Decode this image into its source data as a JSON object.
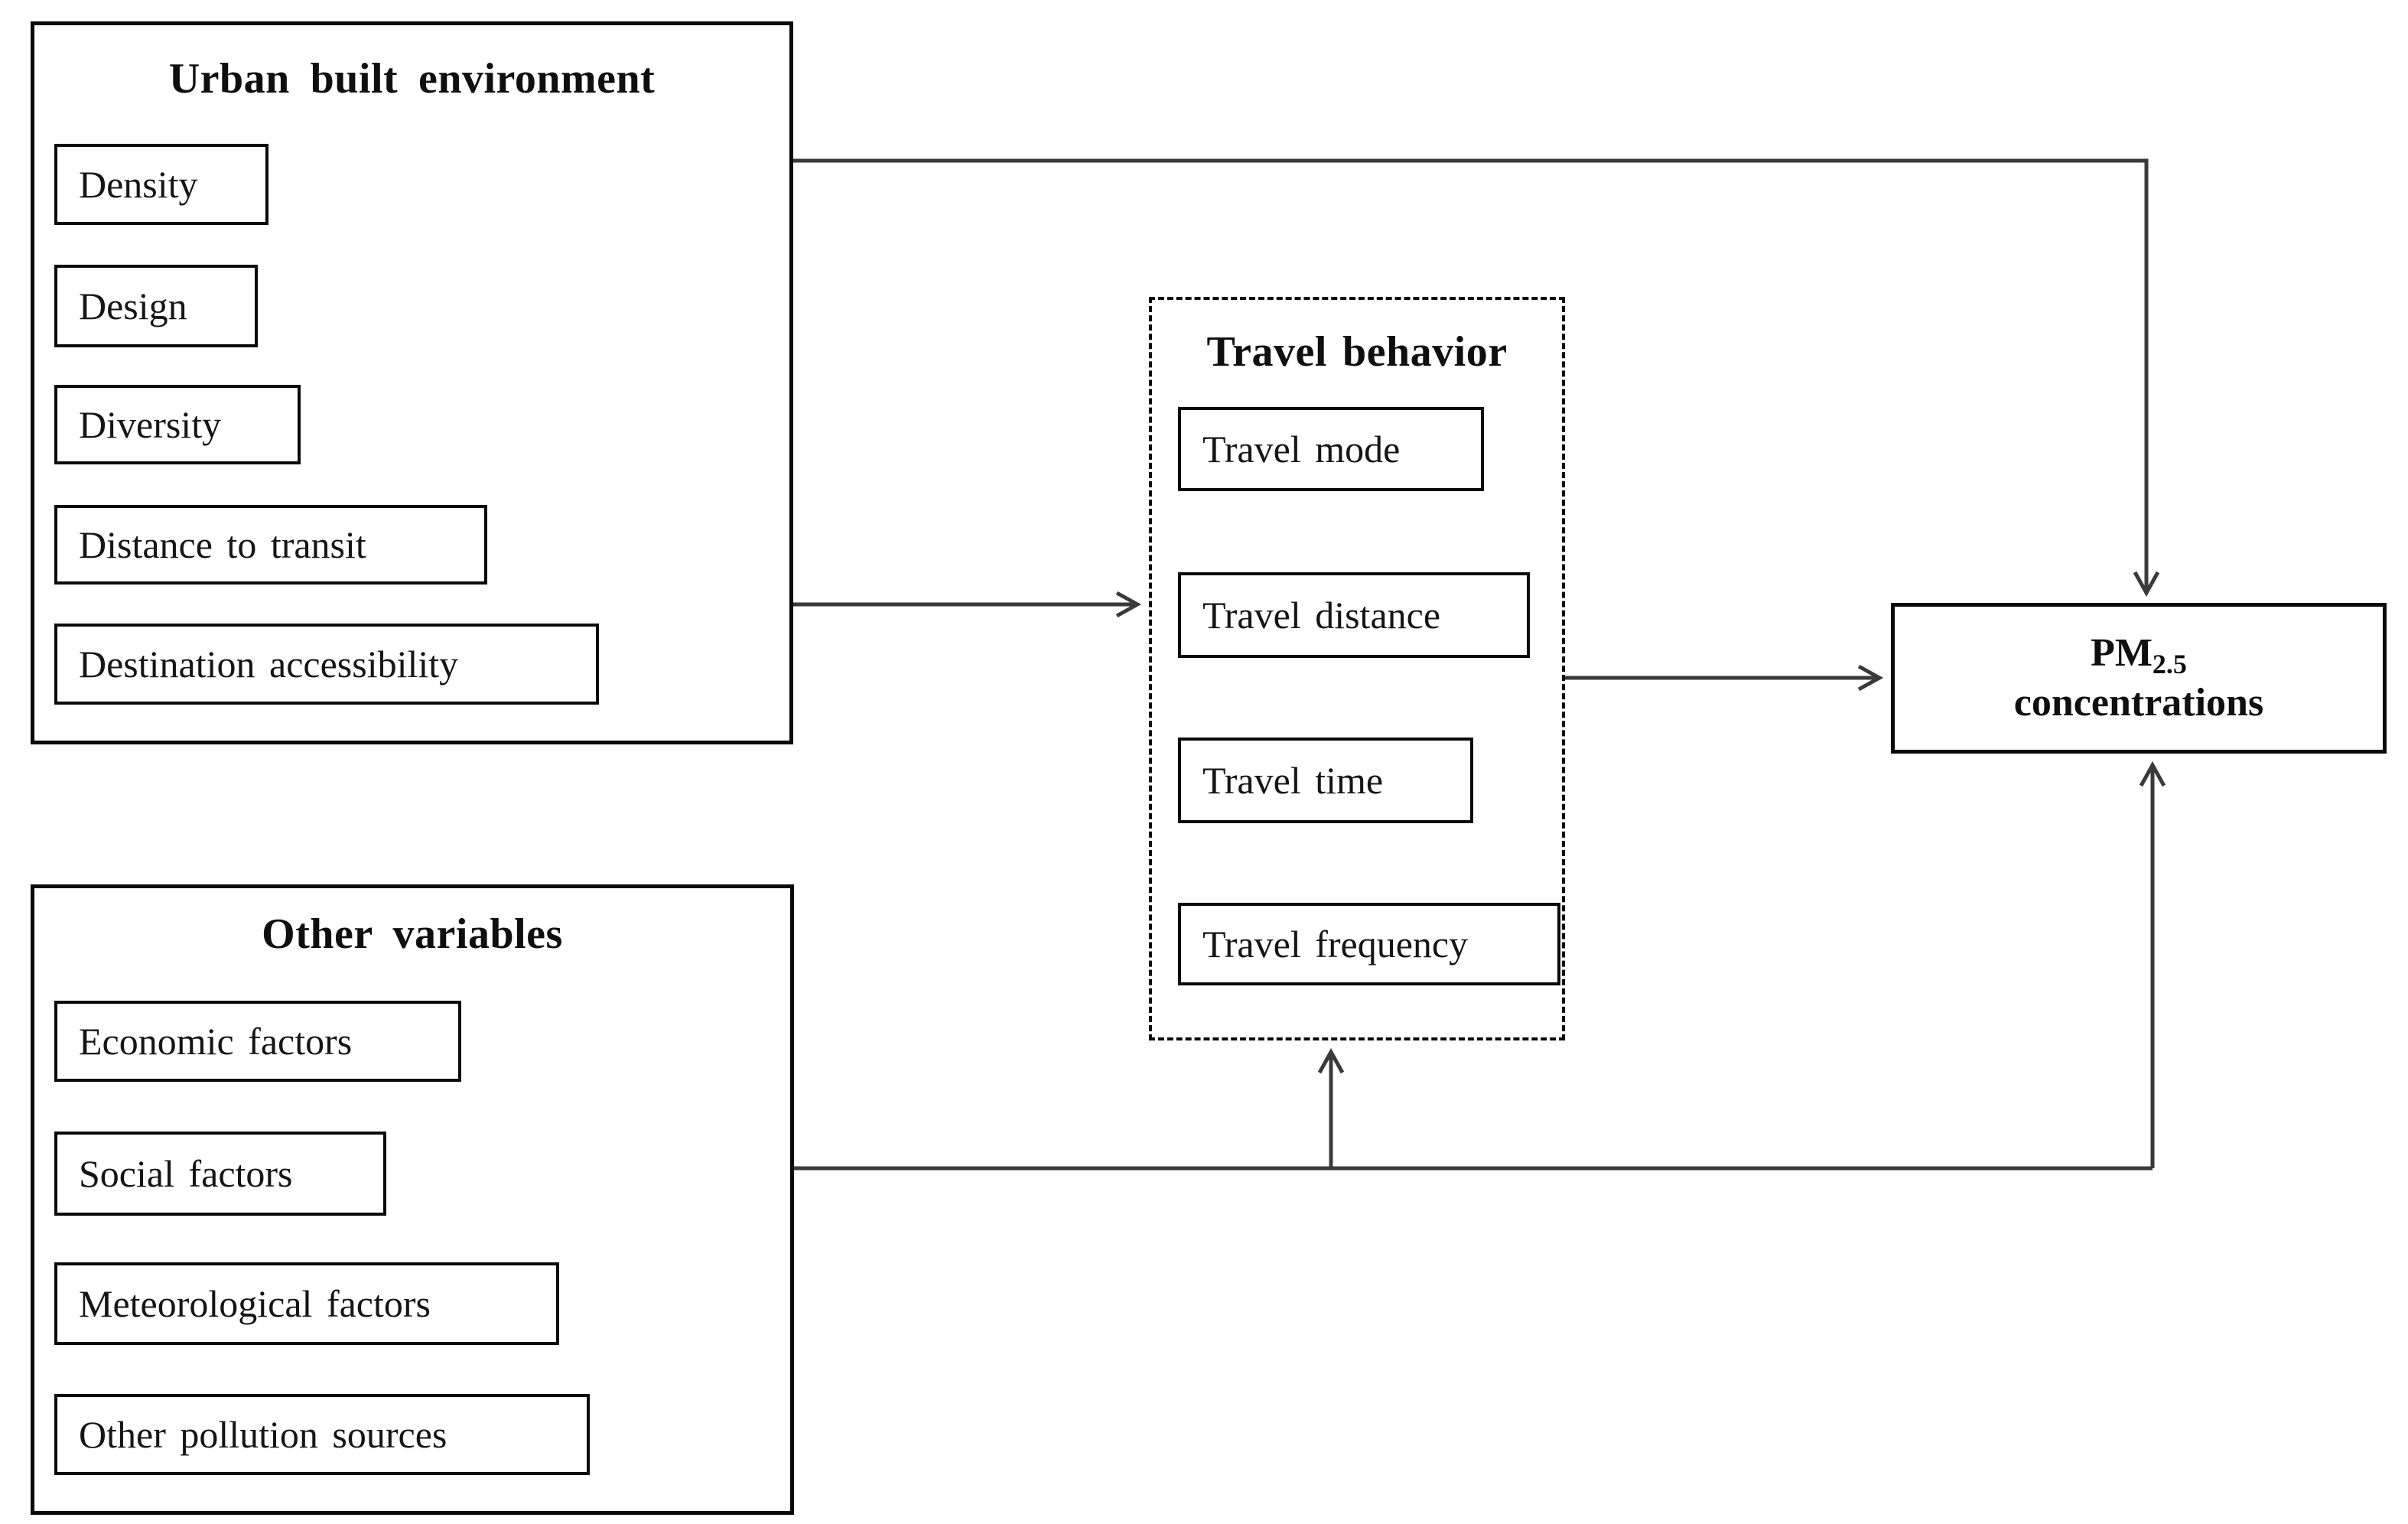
{
  "urban_box": {
    "title": "Urban built environment",
    "items": [
      "Density",
      "Design",
      "Diversity",
      "Distance to transit",
      "Destination accessibility"
    ]
  },
  "travel_box": {
    "title": "Travel behavior",
    "items": [
      "Travel mode",
      "Travel distance",
      "Travel time",
      "Travel frequency"
    ]
  },
  "other_box": {
    "title": "Other variables",
    "items": [
      "Economic factors",
      "Social factors",
      "Meteorological factors",
      "Other pollution sources"
    ]
  },
  "outcome_box": {
    "name": "PM",
    "subscript": "2.5",
    "line2": "concentrations"
  },
  "relations": [
    {
      "from": "Urban built environment",
      "to": "PM2.5 concentrations"
    },
    {
      "from": "Urban built environment",
      "to": "Travel behavior"
    },
    {
      "from": "Travel behavior",
      "to": "PM2.5 concentrations"
    },
    {
      "from": "Other variables",
      "to": "Travel behavior"
    },
    {
      "from": "Other variables",
      "to": "PM2.5 concentrations"
    }
  ],
  "colors": {
    "border": "#0a0a0a",
    "line": "#3a3a3a",
    "background": "#ffffff",
    "text": "#151515"
  }
}
